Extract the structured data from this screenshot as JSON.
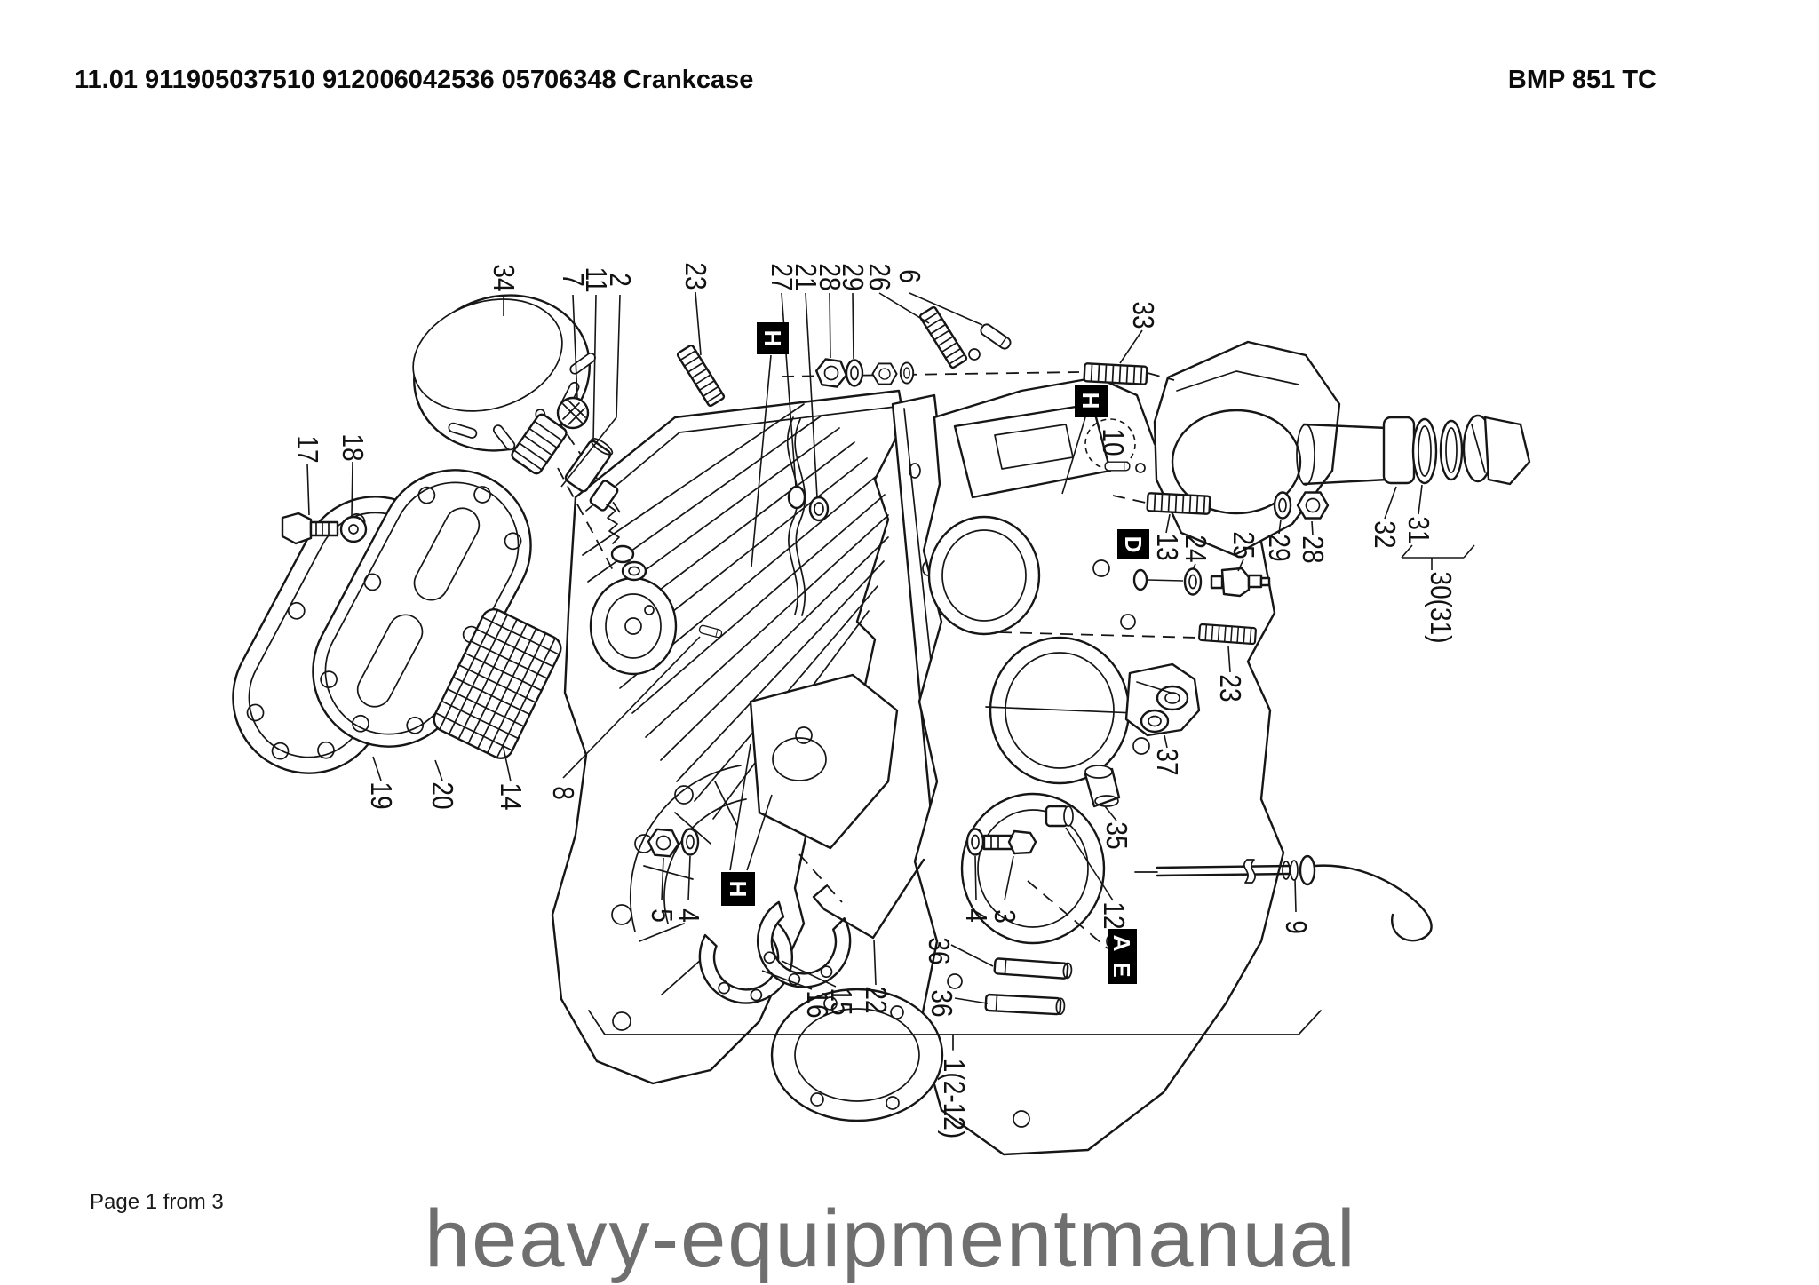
{
  "page": {
    "header_left": "11.01 911905037510 912006042536 05706348 Crankcase",
    "header_right": "BMP 851 TC",
    "footer": "Page 1 from 3",
    "watermark": "heavy-equipmentmanual"
  },
  "colors": {
    "background": "#ffffff",
    "line": "#161616",
    "watermark_gray": "#6f6f6f",
    "ref_box_bg": "#000000",
    "ref_box_text": "#ffffff"
  },
  "diagram": {
    "description": "Exploded parts view of crankcase assembly",
    "callouts": [
      "34",
      "7",
      "11",
      "2",
      "23",
      "27",
      "21",
      "28",
      "29",
      "26",
      "6",
      "33",
      "10",
      "13",
      "24",
      "25",
      "29",
      "28",
      "32",
      "31",
      "30(31)",
      "23",
      "37",
      "35",
      "12",
      "9",
      "17",
      "18",
      "19",
      "20",
      "14",
      "8",
      "5",
      "4",
      "15",
      "16",
      "22",
      "4",
      "3",
      "36",
      "36",
      "1(2-12)"
    ],
    "ref_boxes": [
      "H",
      "H",
      "H",
      "D",
      "A",
      "E"
    ]
  }
}
